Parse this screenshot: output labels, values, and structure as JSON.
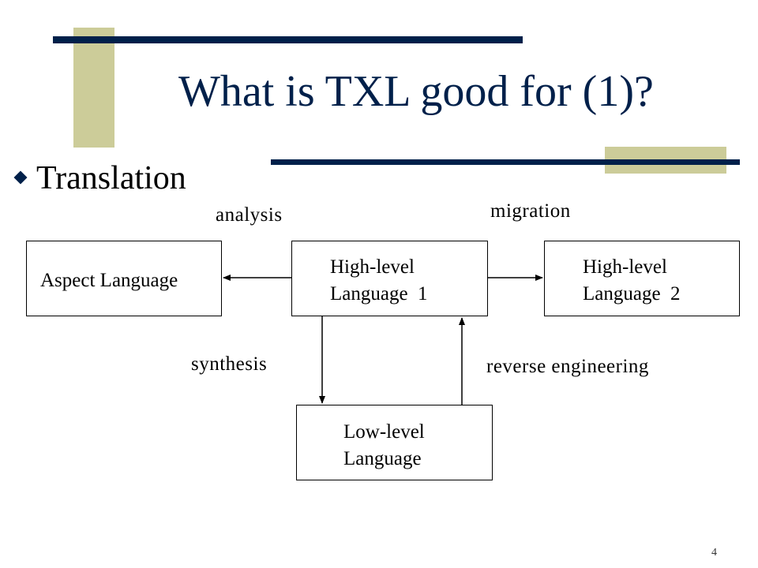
{
  "slide": {
    "title": "What is TXL good for (1)?",
    "bullet": "Translation",
    "page_number": "4"
  },
  "diagram": {
    "boxes": {
      "aspect": [
        "Aspect Language"
      ],
      "high1": [
        "High-level",
        "Language  1"
      ],
      "high2": [
        "High-level",
        "Language  2"
      ],
      "low": [
        "Low-level",
        "Language"
      ]
    },
    "edge_labels": {
      "analysis": "analysis",
      "migration": "migration",
      "synthesis": "synthesis",
      "reverse": "reverse engineering"
    }
  },
  "colors": {
    "accent_navy": "#00204a",
    "accent_khaki": "#cccc99"
  }
}
